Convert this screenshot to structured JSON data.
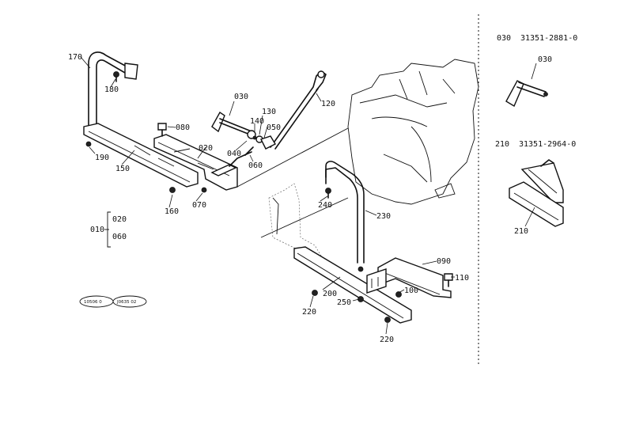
{
  "callouts": [
    {
      "id": "l170",
      "text": "170"
    },
    {
      "id": "l180",
      "text": "180"
    },
    {
      "id": "l190",
      "text": "190"
    },
    {
      "id": "l150",
      "text": "150"
    },
    {
      "id": "l160",
      "text": "160"
    },
    {
      "id": "l070",
      "text": "070"
    },
    {
      "id": "l080",
      "text": "080"
    },
    {
      "id": "l020",
      "text": "020"
    },
    {
      "id": "l030",
      "text": "030"
    },
    {
      "id": "l040",
      "text": "040"
    },
    {
      "id": "l140",
      "text": "140"
    },
    {
      "id": "l130",
      "text": "130"
    },
    {
      "id": "l050",
      "text": "050"
    },
    {
      "id": "l060",
      "text": "060"
    },
    {
      "id": "l120",
      "text": "120"
    },
    {
      "id": "l240",
      "text": "240"
    },
    {
      "id": "l230",
      "text": "230"
    },
    {
      "id": "l090",
      "text": "090"
    },
    {
      "id": "l110",
      "text": "110"
    },
    {
      "id": "l100",
      "text": "100"
    },
    {
      "id": "l200",
      "text": "200"
    },
    {
      "id": "l250",
      "text": "250"
    },
    {
      "id": "l220a",
      "text": "220"
    },
    {
      "id": "l220b",
      "text": "220"
    }
  ],
  "assembly": {
    "parent": "010",
    "child_a": "020",
    "child_b": "060"
  },
  "stamp": {
    "left": "10506 0",
    "right": "J0635 02"
  },
  "sidebar": {
    "entries": [
      {
        "ref": "030",
        "part_number": "31351-2881-0",
        "detail_label": "030"
      },
      {
        "ref": "210",
        "part_number": "31351-2964-0",
        "detail_label": "210"
      }
    ]
  }
}
